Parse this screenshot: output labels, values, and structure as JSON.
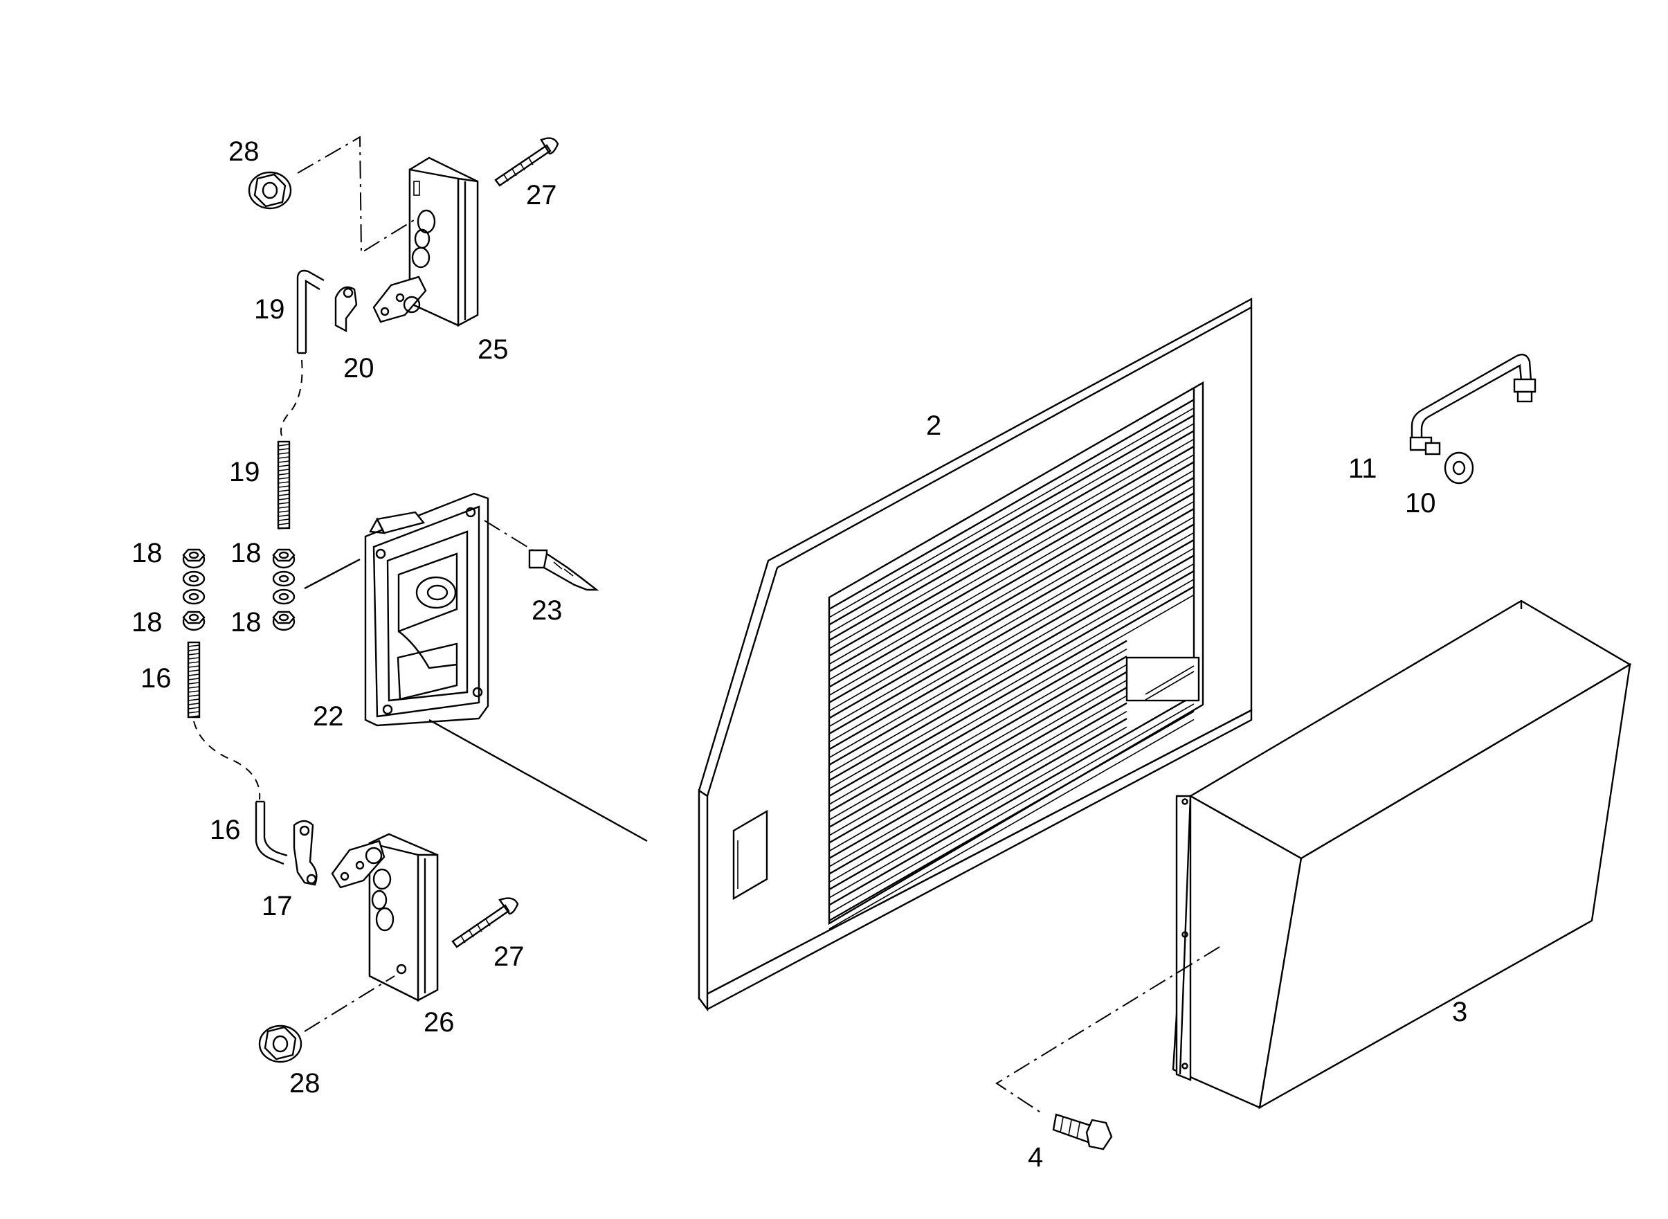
{
  "labels": {
    "p2": "2",
    "p3": "3",
    "p4": "4",
    "p10": "10",
    "p11": "11",
    "p16a": "16",
    "p16b": "16",
    "p17": "17",
    "p18a": "18",
    "p18b": "18",
    "p18c": "18",
    "p18d": "18",
    "p19a": "19",
    "p19b": "19",
    "p20": "20",
    "p22": "22",
    "p23": "23",
    "p25": "25",
    "p26": "26",
    "p27a": "27",
    "p27b": "27",
    "p28a": "28",
    "p28b": "28"
  },
  "colors": {
    "line": "#000000",
    "background": "#ffffff"
  }
}
